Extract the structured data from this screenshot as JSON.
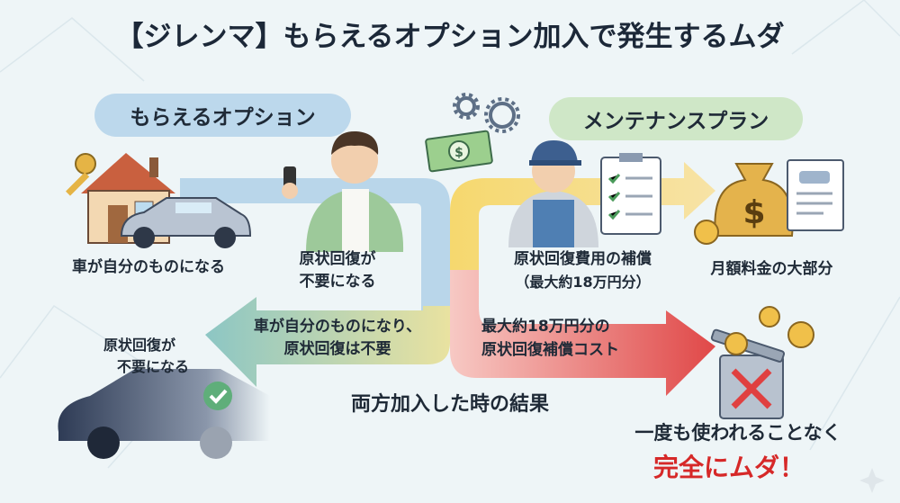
{
  "title": "【ジレンマ】もらえるオプション加入で発生するムダ",
  "left_section": {
    "label": "もらえるオプション",
    "item1": "車が自分のものになる",
    "item2_line1": "原状回復が",
    "item2_line2": "不要になる"
  },
  "right_section": {
    "label": "メンテナンスプラン",
    "item1_line1": "原状回復費用の補償",
    "item1_line2": "（最大約18万円分）",
    "item2": "月額料金の大部分"
  },
  "flow": {
    "left_arrow_line1": "車が自分のものになり、",
    "left_arrow_line2": "原状回復は不要",
    "left_result_line1": "原状回復が",
    "left_result_line2": "不要になる",
    "right_arrow_line1": "最大約18万円分の",
    "right_arrow_line2": "原状回復補償コスト"
  },
  "result": {
    "heading": "両方加入した時の結果",
    "line1": "一度も使われることなく",
    "line2": "完全にムダ！"
  },
  "colors": {
    "background": "#eef5f7",
    "blue_band": "#b9d6ea",
    "teal_arrow": "#8fc5c2",
    "yellow_band": "#f3d77a",
    "red_arrow": "#e65a5a",
    "accent_red": "#d62828"
  }
}
